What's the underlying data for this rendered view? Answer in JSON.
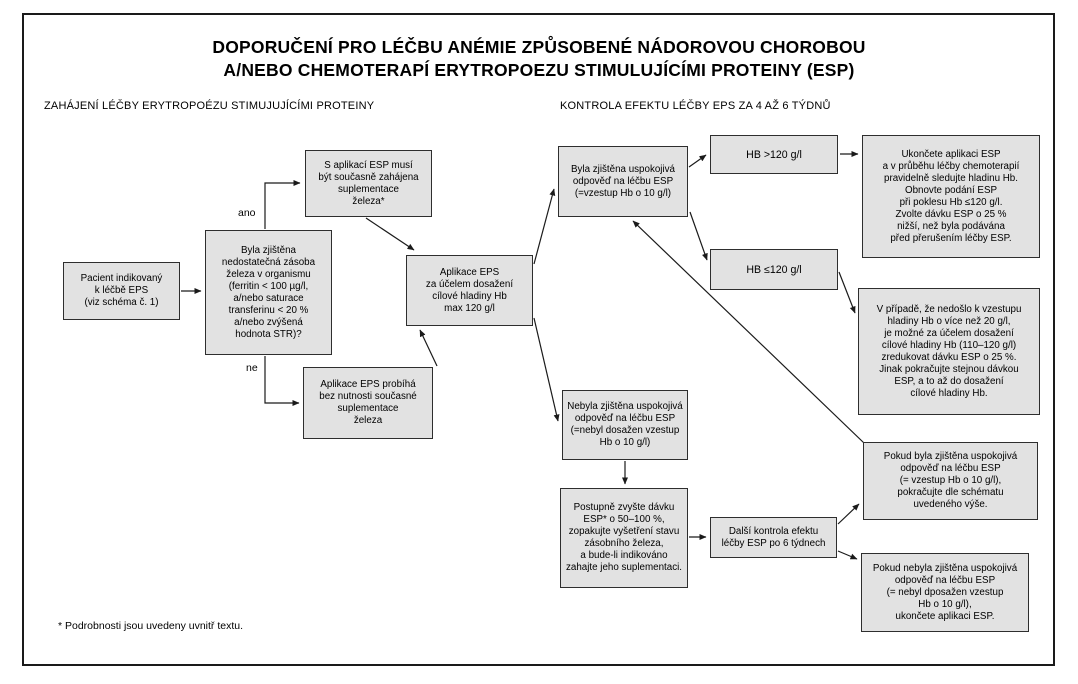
{
  "page": {
    "title_line1": "DOPORUČENÍ PRO LÉČBU ANÉMIE ZPŮSOBENÉ NÁDOROVOU CHOROBOU",
    "title_line2": "A/NEBO CHEMOTERAPÍ ERYTROPOEZU STIMULUJÍCÍMI PROTEINY (ESP)",
    "left_section_heading": "ZAHÁJENÍ LÉČBY ERYTROPOÉZU STIMUJUJÍCÍMI PROTEINY",
    "right_section_heading": "KONTROLA EFEKTU LÉČBY EPS ZA 4 AŽ 6 TÝDNŮ",
    "footnote": "* Podrobnosti jsou uvedeny uvnitř textu."
  },
  "flowchart": {
    "edge_labels": {
      "yes": "ano",
      "no": "ne"
    },
    "colors": {
      "node_fill": "#e2e2e2",
      "node_border": "#2e2e2e",
      "arrow": "#1a1a1a",
      "background": "#ffffff"
    },
    "nodes": {
      "pacient": {
        "text": "Pacient indikovaný\nk léčbě EPS\n(viz schéma č. 1)"
      },
      "decision_iron": {
        "text": "Byla zjištěna\nnedostatečná zásoba\nželeza v organismu\n(ferritin < 100 µg/l,\na/nebo saturace\ntransferinu < 20 %\na/nebo zvýšená\nhodnota STR)?"
      },
      "iron_supplement": {
        "text": "S aplikací ESP musí\nbýt současně zahájena\nsuplementace\nželeza*"
      },
      "no_supplement": {
        "text": "Aplikace EPS probíhá\nbez nutnosti současné\nsuplementace\nželeza"
      },
      "eps_application": {
        "text": "Aplikace EPS\nza účelem dosažení\ncílové hladiny Hb\nmax 120 g/l"
      },
      "response_yes": {
        "text": "Byla zjištěna uspokojivá\nodpověď na léčbu ESP\n(=vzestup Hb o 10 g/l)"
      },
      "hb_high": {
        "text": "HB >120 g/l"
      },
      "hb_low": {
        "text": "HB ≤120 g/l"
      },
      "response_no": {
        "text": "Nebyla zjištěna uspokojivá\nodpověď na léčbu ESP\n(=nebyl dosažen vzestup\nHb o 10 g/l)"
      },
      "increase_dose": {
        "text": "Postupně zvyšte dávku\nESP* o 50–100 %,\nzopakujte vyšetření stavu\nzásobního železa,\na bude-li indikováno\nzahajte jeho suplementaci."
      },
      "next_check": {
        "text": "Další kontrola efektu\nléčby ESP po 6 týdnech"
      },
      "stop_esp": {
        "text": "Ukončete aplikaci ESP\na v průběhu léčby chemoterapií\npravidelně sledujte hladinu Hb.\nObnovte podání ESP\npři poklesu Hb ≤120 g/l.\nZvolte dávku ESP o 25 %\nnižší, než byla podávána\npřed přerušením léčby ESP."
      },
      "reduce_dose": {
        "text": "V případě, že nedošlo k vzestupu\nhladiny Hb o více než 20 g/l,\nje možné za účelem dosažení\ncílové hladiny Hb (110–120 g/l)\nzredukovat dávku ESP o 25 %.\nJinak pokračujte stejnou dávkou\nESP, a to až do dosažení\ncílové hladiny Hb."
      },
      "continue_scheme": {
        "text": "Pokud byla zjištěna uspokojivá\nodpověď na léčbu ESP\n(= vzestup Hb o 10 g/l),\npokračujte dle schématu\nuvedeného výše."
      },
      "stop_esp_final": {
        "text": "Pokud nebyla zjištěna uspokojivá\nodpověď na léčbu ESP\n(= nebyl dposažen vzestup\nHb o 10 g/l),\nukončete aplikaci ESP."
      }
    }
  }
}
